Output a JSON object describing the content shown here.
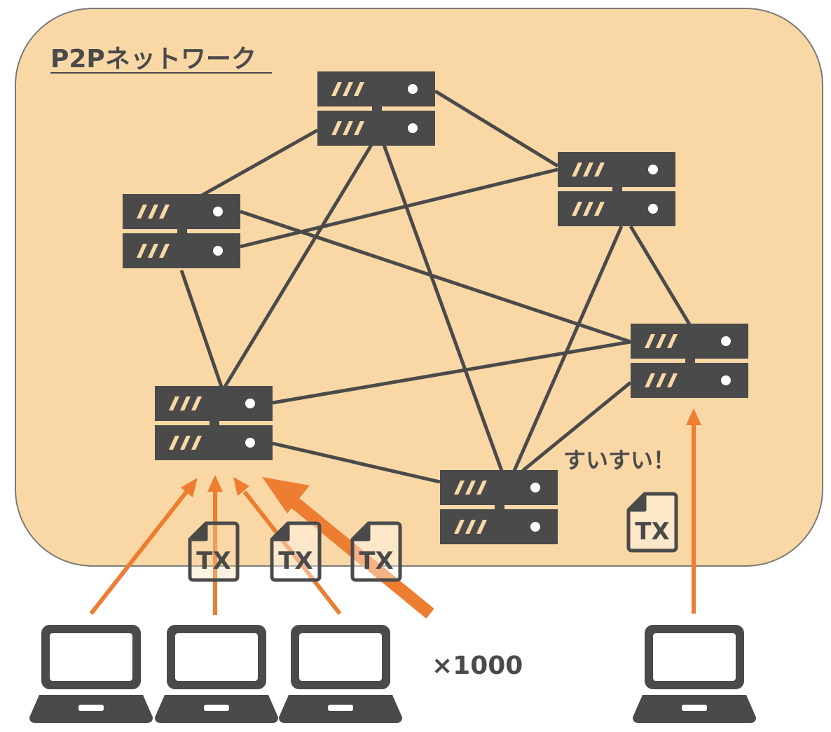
{
  "network": {
    "title": "P2Pネットワーク"
  },
  "labels": {
    "smooth": "すいすい！",
    "multiplier": "×1000"
  },
  "tx_documents": [
    {
      "label": "TX"
    },
    {
      "label": "TX"
    },
    {
      "label": "TX"
    },
    {
      "label": "TX"
    }
  ],
  "colors": {
    "network_background": "#fad8a6",
    "network_border": "#7a7a7a",
    "node_fill": "#4a4a4a",
    "link_stroke": "#4a4a4a",
    "arrow": "#ed7d31",
    "node_stripe": "#fad8a6",
    "icon_white": "#ffffff"
  },
  "icons": {
    "server": "server-icon",
    "laptop": "laptop-icon",
    "document": "tx-document-icon",
    "arrow": "arrow-icon"
  }
}
